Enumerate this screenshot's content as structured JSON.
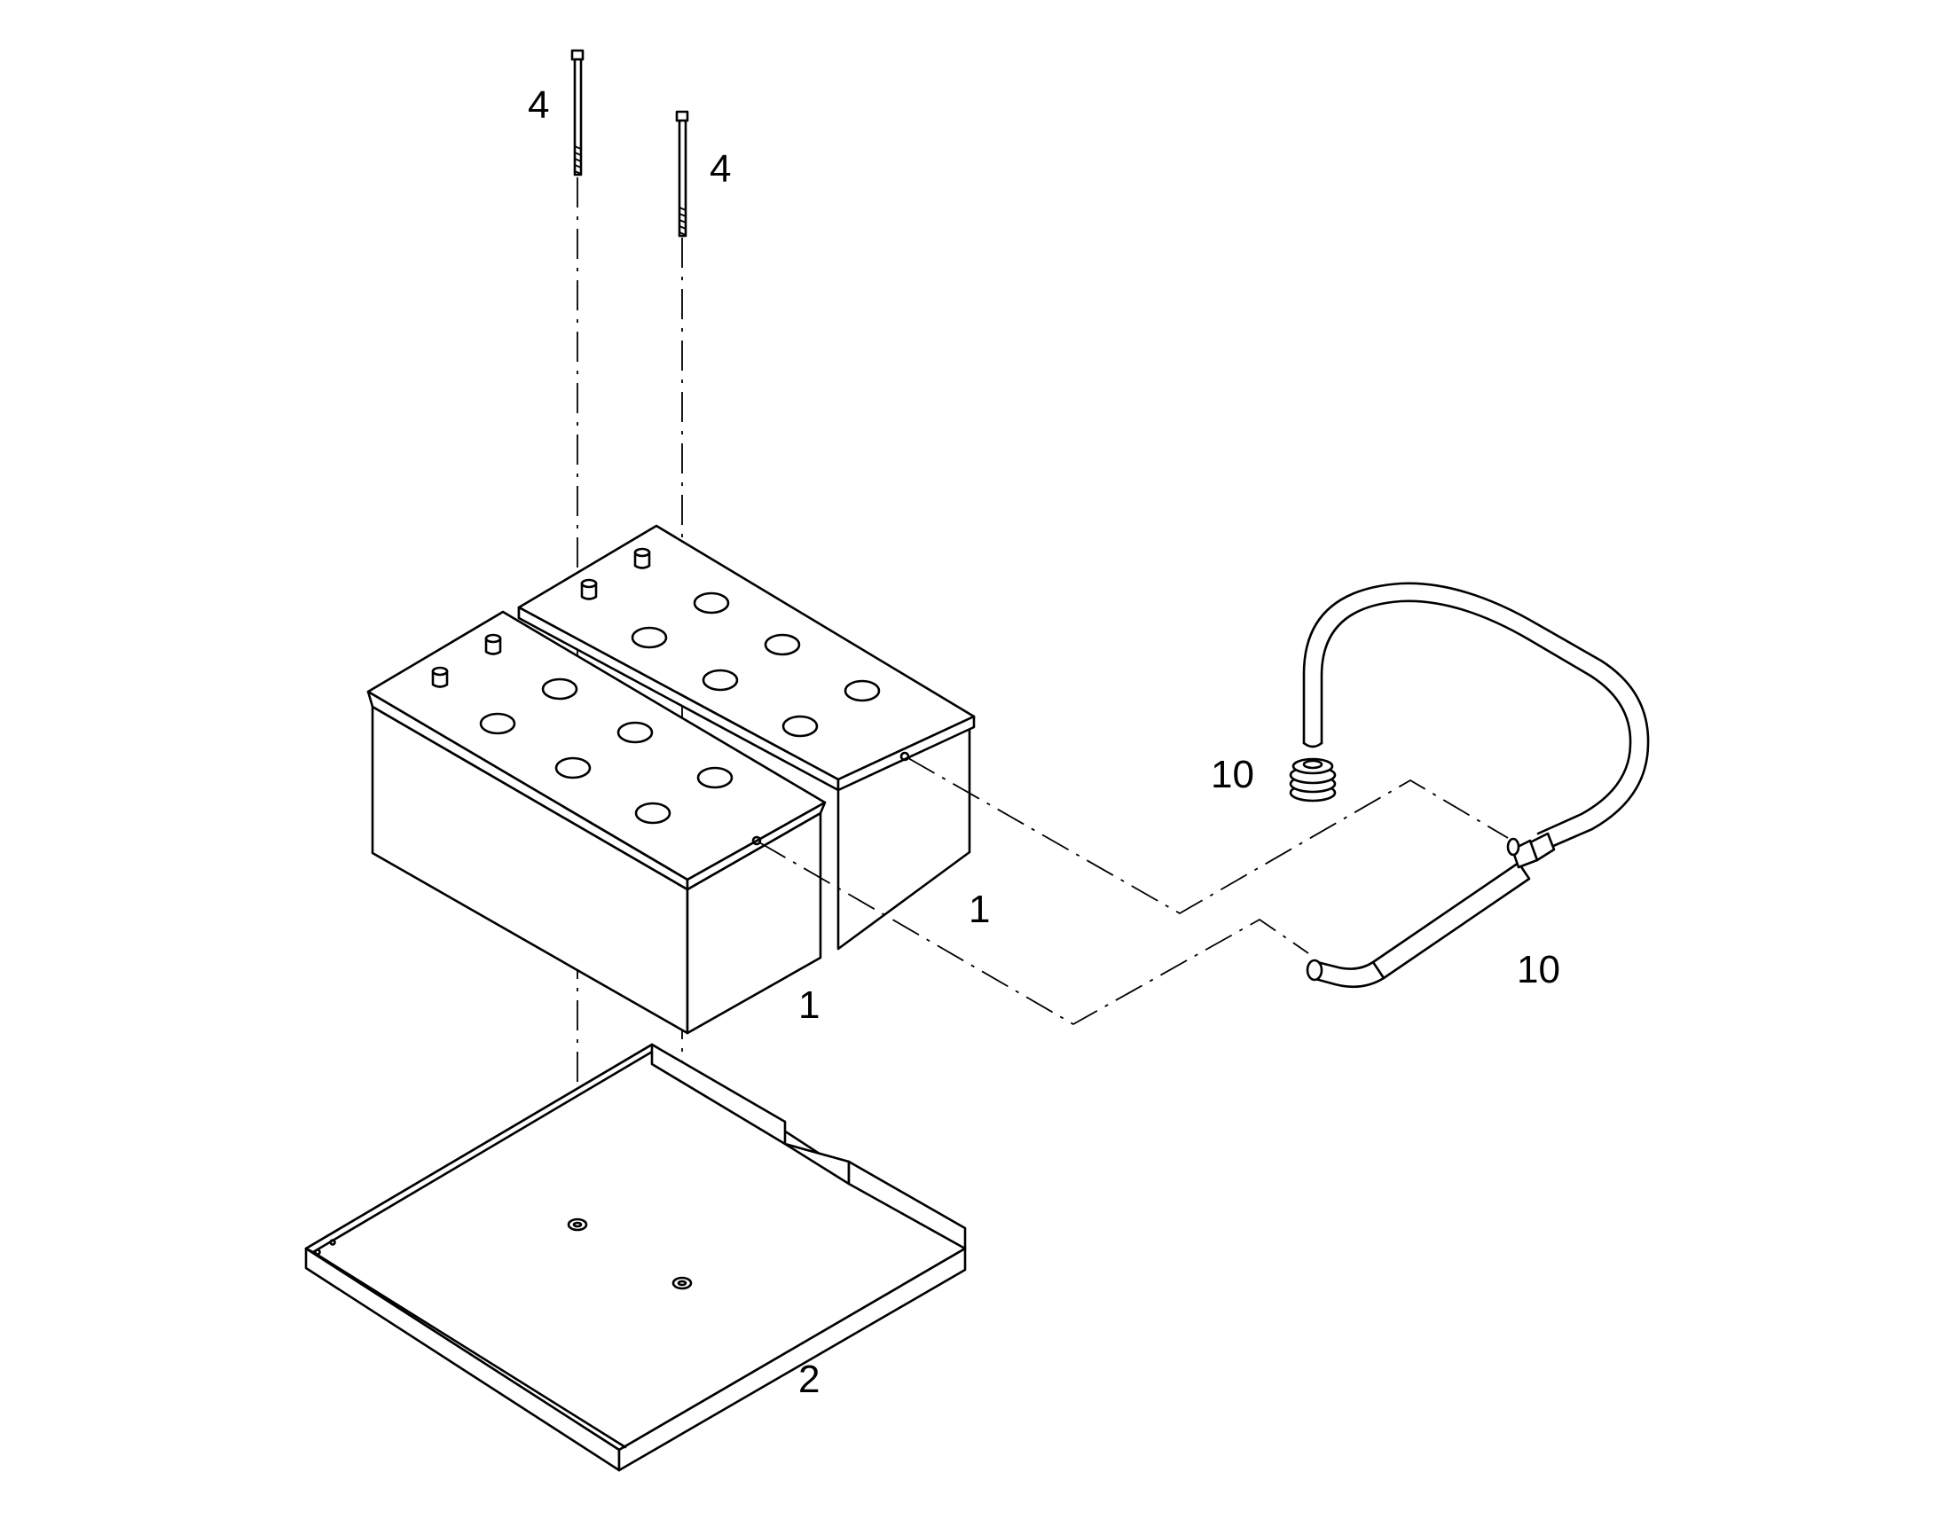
{
  "callouts": {
    "bolt_left": "4",
    "bolt_right": "4",
    "battery_back": "1",
    "battery_front": "1",
    "grommet": "10",
    "vent_hose": "10",
    "tray": "2"
  },
  "colors": {
    "line": "#000000",
    "background": "#ffffff"
  }
}
